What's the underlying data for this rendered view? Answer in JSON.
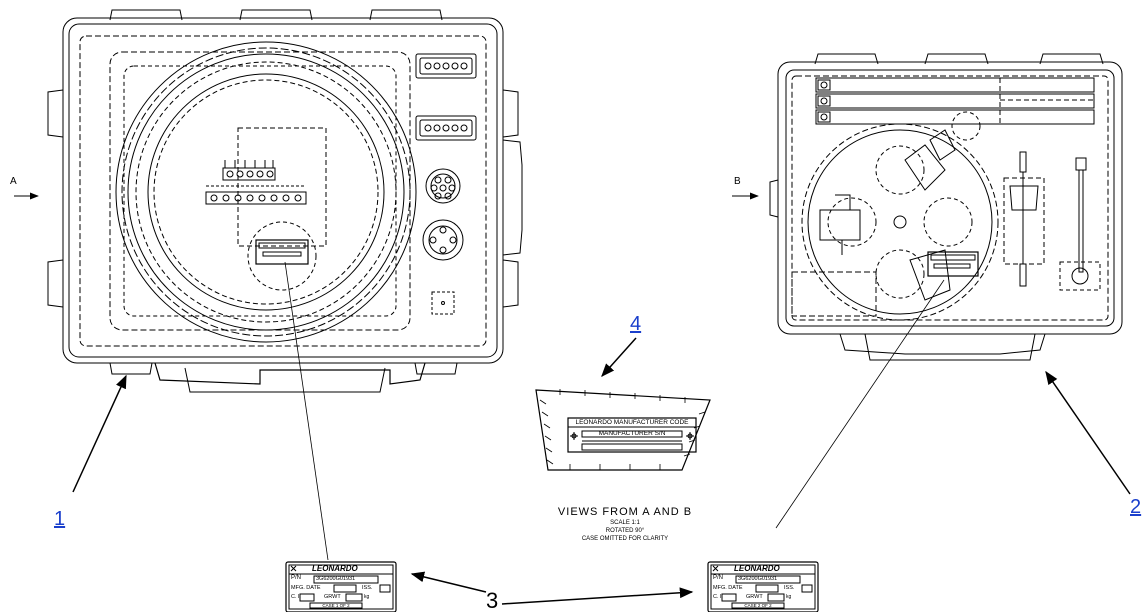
{
  "view_marks": {
    "a": "A",
    "b": "B"
  },
  "callouts": {
    "c1": "1",
    "c2": "2",
    "c3": "3",
    "c4": "4"
  },
  "views_caption": {
    "title": "VIEWS FROM A AND B",
    "scale": "SCALE 1:1",
    "rotated": "ROTATED 90°",
    "note": "CASE OMITTED FOR CLARITY"
  },
  "center_plate": {
    "code_label": "LEONARDO MANUFACTURER CODE",
    "sn_label": "MANUFACTURER S/N"
  },
  "nameplate_left": {
    "brand": "LEONARDO",
    "pn_label": "P/N",
    "pn_value": "3G6200G01931",
    "mfg_label": "MFG. DATE",
    "iss_label": "ISS.",
    "ci_label": "C. I.",
    "grwt_label": "GRWT",
    "kg": "kg",
    "case_label": "CASE 1 OF 2"
  },
  "nameplate_right": {
    "brand": "LEONARDO",
    "pn_label": "P/N",
    "pn_value": "3G6200G01931",
    "mfg_label": "MFG. DATE",
    "iss_label": "ISS.",
    "ci_label": "C. I.",
    "grwt_label": "GRWT",
    "kg": "kg",
    "case_label": "CASE 2 OF 2"
  },
  "colors": {
    "link": "#1a3fcc",
    "line": "#000000"
  }
}
